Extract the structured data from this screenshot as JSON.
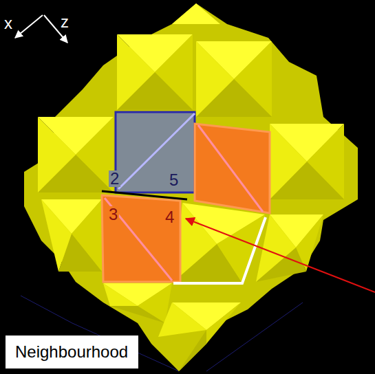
{
  "diagram": {
    "nodes": [
      {
        "text": [
          "Neighbourhood"
        ]
      }
    ],
    "labels": [
      "x",
      "z",
      "2",
      "5",
      "3",
      "4"
    ]
  }
}
